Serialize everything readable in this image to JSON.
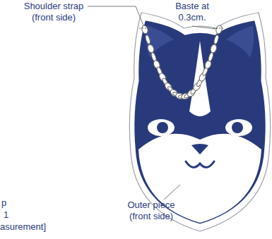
{
  "diagram": {
    "labels": [
      "Shoulder strap (front side)",
      "Baste at 0.3cm.",
      "Outer piece (front side)",
      "p",
      "1",
      "asurement]"
    ]
  }
}
